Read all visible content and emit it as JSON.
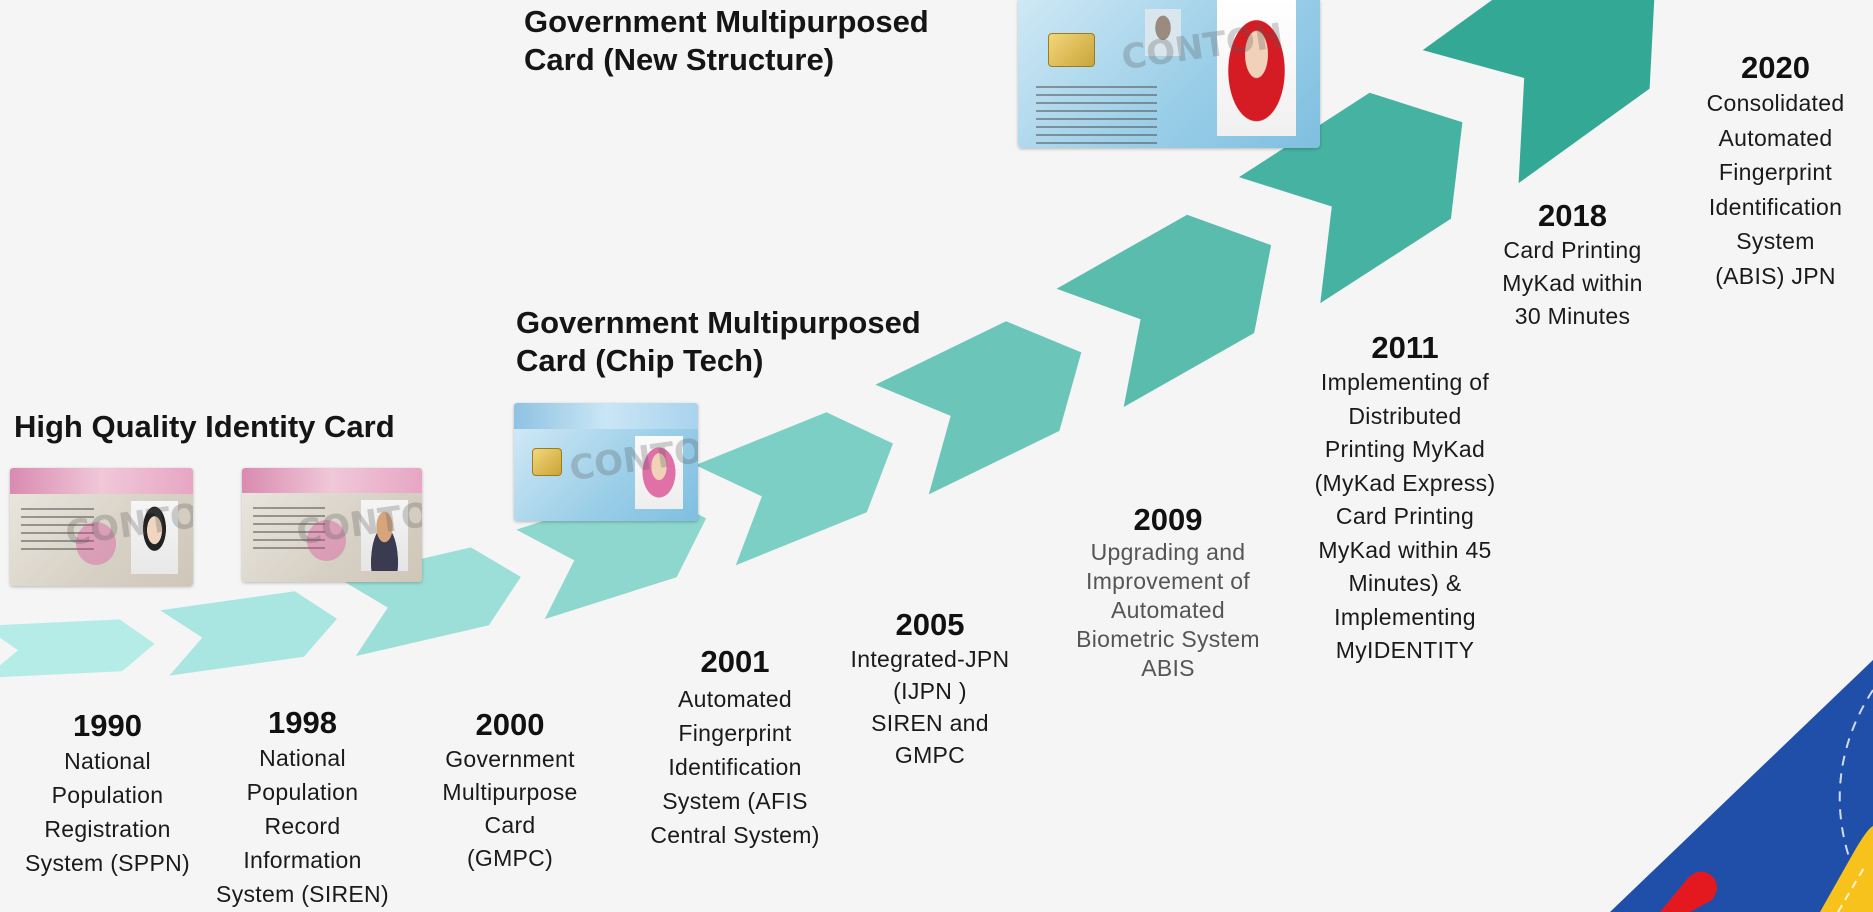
{
  "headings": {
    "h1": "Government Multipurposed\nCard (New Structure)",
    "h2": "Government Multipurposed\nCard (Chip Tech)",
    "h3": "High Quality Identity Card"
  },
  "card_watermark": "CONTOH",
  "milestones": [
    {
      "year": "1990",
      "desc": "National\nPopulation\nRegistration\nSystem (SPPN)"
    },
    {
      "year": "1998",
      "desc": "National\nPopulation\nRecord\nInformation\nSystem (SIREN)"
    },
    {
      "year": "2000",
      "desc": "Government\nMultipurpose\nCard\n(GMPC)"
    },
    {
      "year": "2001",
      "desc": "Automated\nFingerprint\nIdentification\nSystem (AFIS\nCentral System)"
    },
    {
      "year": "2005",
      "desc": "Integrated-JPN\n(IJPN )\nSIREN and\nGMPC"
    },
    {
      "year": "2009",
      "desc": "Upgrading and\nImprovement of\nAutomated\nBiometric System\nABIS"
    },
    {
      "year": "2011",
      "desc": "Implementing of\nDistributed\nPrinting MyKad\n(MyKad Express)\nCard Printing\nMyKad within 45\nMinutes) &\nImplementing\nMyIDENTITY"
    },
    {
      "year": "2018",
      "desc": "Card Printing\nMyKad within\n30 Minutes"
    },
    {
      "year": "2020",
      "desc": "Consolidated\nAutomated\nFingerprint\nIdentification\nSystem\n(ABIS) JPN"
    }
  ],
  "colors": {
    "arrow_start": "#a8e6e2",
    "arrow_end": "#1f9e88",
    "corner_blue": "#1f4fa8",
    "corner_red": "#e3191f",
    "corner_yellow": "#f7c21b"
  },
  "icons": [
    "growth-arrow-icon"
  ]
}
